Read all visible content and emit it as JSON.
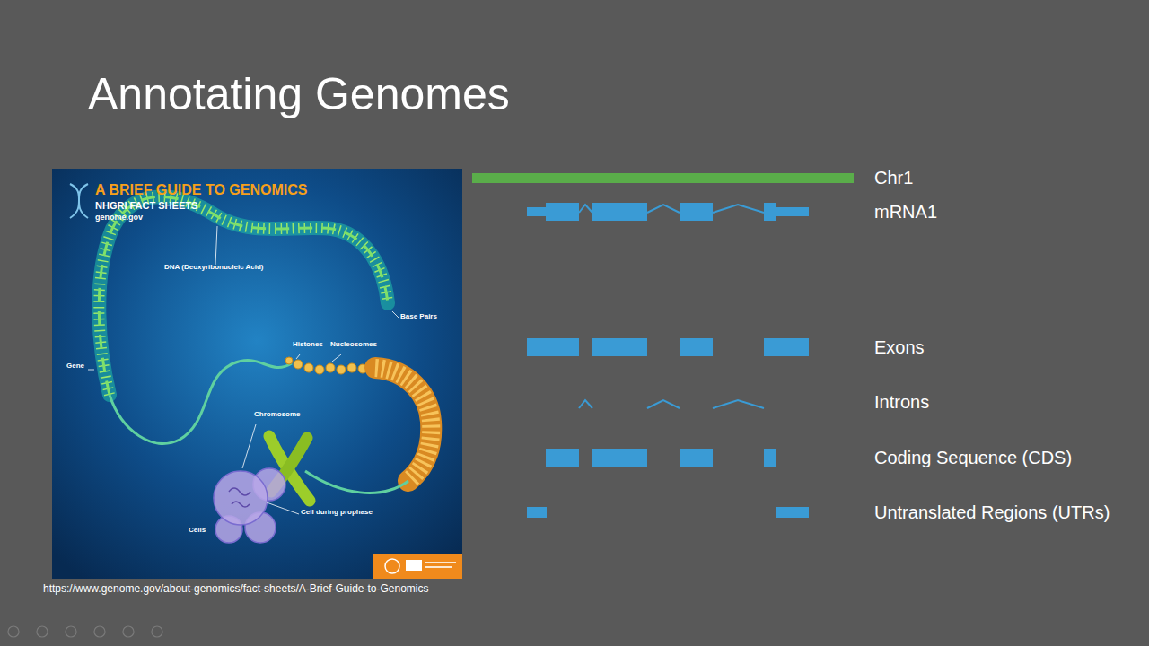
{
  "diagram": {
    "title": "Annotating Genomes",
    "nodes": [
      {
        "text": [
          "A BRIEF GUIDE TO GENOMICS",
          "NHGRI FACT SHEETS",
          "genome.gov",
          "DNA (Deoxyribonucleic Acid)",
          "Base Pairs",
          "Histones",
          "Nucleosomes",
          "Gene",
          "Chromosome",
          "Cell during prophase",
          "Cells"
        ]
      }
    ],
    "labels": [
      "Chr1",
      "mRNA1",
      "Exons",
      "Introns",
      "Coding Sequence (CDS)",
      "Untranslated Regions (UTRs)",
      "https://www.genome.gov/about-genomics/fact-sheets/A-Brief-Guide-to-Genomics"
    ]
  }
}
